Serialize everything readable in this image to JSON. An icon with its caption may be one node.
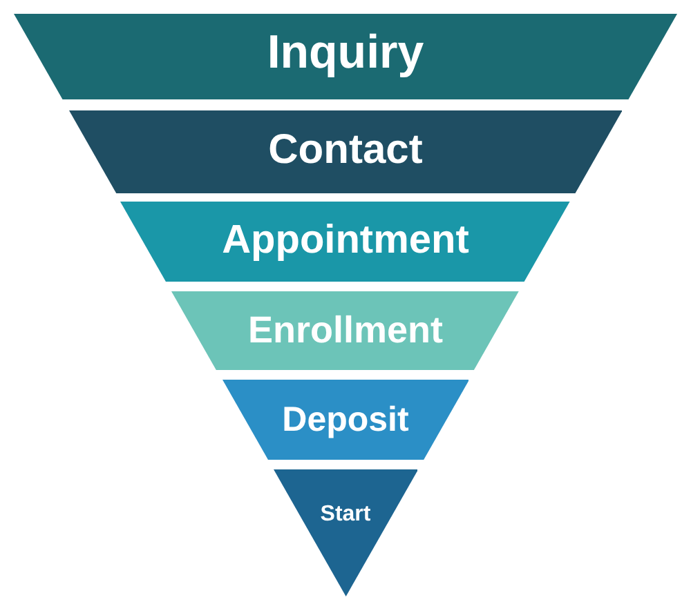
{
  "diagram": {
    "nodes": [
      {
        "text": [
          "Inquiry"
        ]
      },
      {
        "text": [
          "Contact"
        ]
      },
      {
        "text": [
          "Appointment"
        ]
      },
      {
        "text": [
          "Enrollment"
        ]
      },
      {
        "text": [
          "Deposit"
        ]
      },
      {
        "text": [
          "Start"
        ]
      }
    ]
  }
}
